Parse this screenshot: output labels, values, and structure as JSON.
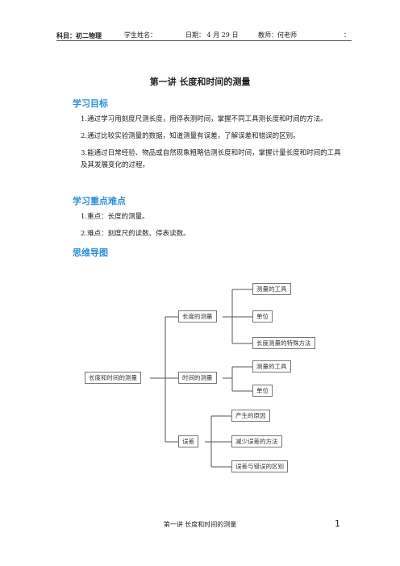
{
  "header": {
    "subject": "科目：初二物理",
    "student": "学生姓名：",
    "date": "日期： 4 月 29 日",
    "teacher": "教师：何老师",
    "colon": "："
  },
  "title": "第一讲  长度和时间的测量",
  "sections": {
    "goals": {
      "heading": "学习目标",
      "items": [
        "1.通过学习用刻度尺测长度，用停表测时间，掌握不同工具测长度和时间的方法。",
        "2.通过比较实验测量的数据，知道测量有误差，了解误差和错误的区别。",
        "3.能通过日常经验、物品或自然现象粗略估测长度和时间，掌握计量长度和时间的工具及其发展变化的过程。"
      ]
    },
    "keypoints": {
      "heading": "学习重点难点",
      "items": [
        "1.重点：长度的测量。",
        "2.难点：刻度尺的读数、停表读数。"
      ]
    },
    "mindmap": {
      "heading": "思维导图",
      "root": "长度和时间的测量",
      "branches": [
        {
          "label": "长度的测量",
          "children": [
            "测量的工具",
            "单位",
            "长度测量的特殊方法"
          ]
        },
        {
          "label": "时间的测量",
          "children": [
            "测量的工具",
            "单位"
          ]
        },
        {
          "label": "误差",
          "children": [
            "产生的原因",
            "减少误差的方法",
            "误差与错误的区别"
          ]
        }
      ]
    }
  },
  "footer": {
    "text": "第一讲  长度和时间的测量",
    "page": "1"
  }
}
